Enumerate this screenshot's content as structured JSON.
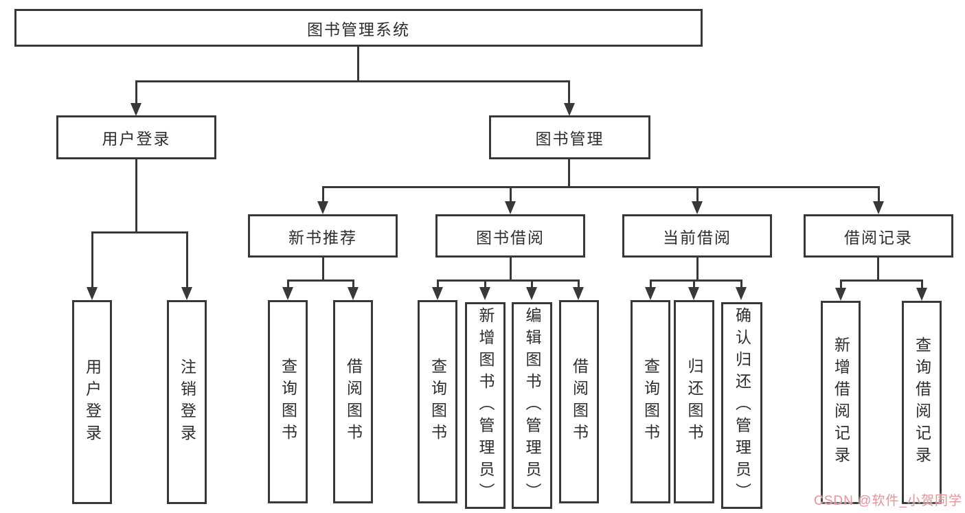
{
  "tree": {
    "root": {
      "label": "图书管理系统"
    },
    "level2": [
      {
        "label": "用户登录"
      },
      {
        "label": "图书管理"
      }
    ],
    "user_login_children": [
      {
        "label": "用户登录"
      },
      {
        "label": "注销登录"
      }
    ],
    "level3": [
      {
        "label": "新书推荐"
      },
      {
        "label": "图书借阅"
      },
      {
        "label": "当前借阅"
      },
      {
        "label": "借阅记录"
      }
    ],
    "new_book_children": [
      {
        "label": "查询图书"
      },
      {
        "label": "借阅图书"
      }
    ],
    "book_borrow_children": [
      {
        "label": "查询图书"
      },
      {
        "label": "新增图书（管理员）"
      },
      {
        "label": "编辑图书（管理员）"
      },
      {
        "label": "借阅图书"
      }
    ],
    "current_borrow_children": [
      {
        "label": "查询图书"
      },
      {
        "label": "归还图书"
      },
      {
        "label": "确认归还（管理员）"
      }
    ],
    "borrow_record_children": [
      {
        "label": "新增借阅记录"
      },
      {
        "label": "查询借阅记录"
      }
    ]
  },
  "watermark": {
    "text": "CSDN @软件_小贺同学",
    "color": "#E89398"
  },
  "colors": {
    "line": "#383838",
    "text": "#2D2D2D",
    "background": "#FFFFFF"
  }
}
